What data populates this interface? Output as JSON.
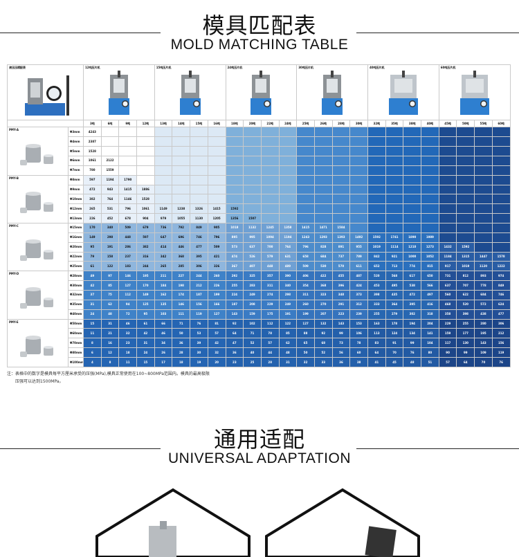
{
  "section1": {
    "cn": "模具匹配表",
    "en": "MOLD MATCHING TABLE"
  },
  "section2": {
    "cn": "通用适配",
    "en": "UNIVERSAL ADAPTATION"
  },
  "table": {
    "corner_title": "液压压模配表",
    "presses": [
      {
        "label": "12吨压片机",
        "tons": [
          "3吨",
          "6吨",
          "9吨",
          "12吨"
        ]
      },
      {
        "label": "15吨压片机",
        "tons": [
          "13吨",
          "14吨",
          "15吨",
          "16吨"
        ]
      },
      {
        "label": "24吨压片机",
        "tons": [
          "18吨",
          "20吨",
          "22吨",
          "24吨"
        ]
      },
      {
        "label": "30吨压片机",
        "tons": [
          "25吨",
          "26吨",
          "28吨",
          "30吨"
        ]
      },
      {
        "label": "40吨压片机",
        "tons": [
          "32吨",
          "35吨",
          "38吨",
          "40吨"
        ]
      },
      {
        "label": "60吨压片机",
        "tons": [
          "45吨",
          "50吨",
          "55吨",
          "60吨"
        ]
      }
    ],
    "groups": [
      {
        "label": "PMY-A",
        "rows": [
          {
            "size": "Φ3mm",
            "vals": [
              "4243"
            ]
          },
          {
            "size": "Φ4mm",
            "vals": [
              "2387"
            ]
          },
          {
            "size": "Φ5mm",
            "vals": [
              "1528"
            ]
          },
          {
            "size": "Φ6mm",
            "vals": [
              "1061",
              "2122"
            ]
          },
          {
            "size": "Φ7mm",
            "vals": [
              "780",
              "1559"
            ]
          }
        ]
      },
      {
        "label": "PMY-B",
        "rows": [
          {
            "size": "Φ8mm",
            "vals": [
              "597",
              "1194",
              "1790"
            ]
          },
          {
            "size": "Φ9mm",
            "vals": [
              "472",
              "943",
              "1415",
              "1886"
            ]
          },
          {
            "size": "Φ10mm",
            "vals": [
              "382",
              "764",
              "1146",
              "1528"
            ]
          },
          {
            "size": "Φ12mm",
            "vals": [
              "265",
              "531",
              "796",
              "1061",
              "1149",
              "1238",
              "1326",
              "1415",
              "1592"
            ]
          },
          {
            "size": "Φ13mm",
            "vals": [
              "226",
              "452",
              "678",
              "904",
              "979",
              "1055",
              "1130",
              "1205",
              "1356",
              "1507"
            ]
          }
        ]
      },
      {
        "label": "PMY-C",
        "rows": [
          {
            "size": "Φ15mm",
            "vals": [
              "170",
              "340",
              "509",
              "679",
              "736",
              "792",
              "849",
              "905",
              "1018",
              "1132",
              "1245",
              "1358",
              "1415",
              "1471",
              "1584"
            ]
          },
          {
            "size": "Φ16mm",
            "vals": [
              "149",
              "298",
              "448",
              "597",
              "647",
              "696",
              "746",
              "796",
              "895",
              "995",
              "1094",
              "1194",
              "1243",
              "1293",
              "1393",
              "1492",
              "1592",
              "1741",
              "1890",
              "1989"
            ]
          },
          {
            "size": "Φ20mm",
            "vals": [
              "95",
              "191",
              "286",
              "382",
              "414",
              "446",
              "477",
              "509",
              "573",
              "637",
              "700",
              "764",
              "796",
              "828",
              "891",
              "955",
              "1019",
              "1114",
              "1210",
              "1273",
              "1432",
              "1592"
            ]
          },
          {
            "size": "Φ22mm",
            "vals": [
              "79",
              "158",
              "237",
              "316",
              "342",
              "368",
              "395",
              "421",
              "474",
              "526",
              "579",
              "631",
              "658",
              "684",
              "737",
              "789",
              "842",
              "921",
              "1000",
              "1052",
              "1184",
              "1315",
              "1447",
              "1578"
            ]
          },
          {
            "size": "Φ25mm",
            "vals": [
              "61",
              "122",
              "183",
              "244",
              "265",
              "285",
              "306",
              "326",
              "367",
              "407",
              "448",
              "489",
              "509",
              "530",
              "570",
              "611",
              "652",
              "713",
              "774",
              "815",
              "917",
              "1019",
              "1120",
              "1222"
            ]
          }
        ]
      },
      {
        "label": "PMY-D",
        "rows": [
          {
            "size": "Φ28mm",
            "vals": [
              "49",
              "97",
              "146",
              "195",
              "211",
              "227",
              "244",
              "260",
              "292",
              "325",
              "357",
              "390",
              "406",
              "422",
              "455",
              "487",
              "520",
              "568",
              "617",
              "650",
              "731",
              "812",
              "893",
              "974"
            ]
          },
          {
            "size": "Φ30mm",
            "vals": [
              "42",
              "85",
              "127",
              "170",
              "184",
              "198",
              "212",
              "226",
              "255",
              "283",
              "311",
              "340",
              "354",
              "368",
              "396",
              "424",
              "453",
              "495",
              "538",
              "566",
              "637",
              "707",
              "778",
              "849"
            ]
          },
          {
            "size": "Φ32mm",
            "vals": [
              "37",
              "75",
              "112",
              "149",
              "162",
              "174",
              "187",
              "199",
              "224",
              "249",
              "274",
              "298",
              "311",
              "323",
              "348",
              "373",
              "398",
              "435",
              "472",
              "497",
              "560",
              "622",
              "684",
              "746"
            ]
          },
          {
            "size": "Φ35mm",
            "vals": [
              "31",
              "62",
              "94",
              "125",
              "135",
              "146",
              "156",
              "166",
              "187",
              "208",
              "229",
              "249",
              "260",
              "270",
              "291",
              "312",
              "333",
              "364",
              "395",
              "416",
              "468",
              "520",
              "572",
              "624"
            ]
          },
          {
            "size": "Φ40mm",
            "vals": [
              "24",
              "48",
              "72",
              "95",
              "103",
              "111",
              "119",
              "127",
              "143",
              "159",
              "175",
              "191",
              "199",
              "207",
              "223",
              "239",
              "255",
              "279",
              "302",
              "318",
              "358",
              "398",
              "438",
              "477"
            ]
          }
        ]
      },
      {
        "label": "PMY-E",
        "rows": [
          {
            "size": "Φ50mm",
            "vals": [
              "15",
              "31",
              "46",
              "61",
              "66",
              "71",
              "76",
              "81",
              "92",
              "102",
              "112",
              "122",
              "127",
              "132",
              "143",
              "153",
              "163",
              "178",
              "194",
              "204",
              "229",
              "255",
              "280",
              "306"
            ]
          },
          {
            "size": "Φ60mm",
            "vals": [
              "11",
              "21",
              "32",
              "42",
              "46",
              "50",
              "53",
              "57",
              "64",
              "71",
              "78",
              "85",
              "88",
              "92",
              "99",
              "106",
              "113",
              "124",
              "134",
              "141",
              "159",
              "177",
              "195",
              "212"
            ]
          },
          {
            "size": "Φ70mm",
            "vals": [
              "8",
              "16",
              "23",
              "31",
              "34",
              "36",
              "39",
              "42",
              "47",
              "52",
              "57",
              "62",
              "65",
              "68",
              "73",
              "78",
              "83",
              "91",
              "99",
              "104",
              "117",
              "130",
              "143",
              "156"
            ]
          },
          {
            "size": "Φ80mm",
            "vals": [
              "6",
              "12",
              "18",
              "24",
              "26",
              "28",
              "30",
              "32",
              "36",
              "40",
              "44",
              "48",
              "50",
              "52",
              "56",
              "60",
              "64",
              "70",
              "76",
              "80",
              "90",
              "99",
              "109",
              "119"
            ]
          },
          {
            "size": "Φ100mm",
            "vals": [
              "4",
              "8",
              "11",
              "15",
              "17",
              "18",
              "19",
              "20",
              "23",
              "25",
              "28",
              "31",
              "32",
              "33",
              "36",
              "38",
              "41",
              "45",
              "48",
              "51",
              "57",
              "64",
              "70",
              "76"
            ]
          }
        ]
      }
    ],
    "note_line1": "注：表格中的数字是模具每平方厘米承受的压强(MPa),模具正常使用在100~800MPa范围内。模具的最高极限",
    "note_line2": "压强可以达到1500MPa。",
    "colors": {
      "press0": "#ffffff",
      "press1": "#dce9f5",
      "press2": "#7fb0da",
      "press3": "#4688cc",
      "press4": "#2268b8",
      "press5": "#1d4b90"
    }
  }
}
